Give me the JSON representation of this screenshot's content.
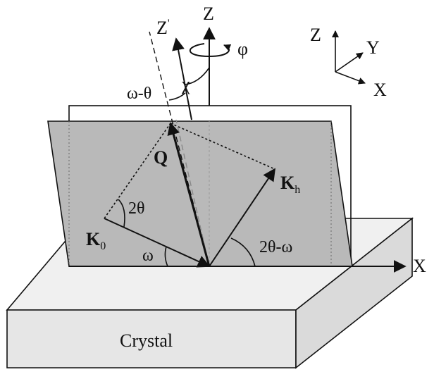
{
  "labels": {
    "z_axis": "Z",
    "z_prime": "Z",
    "z_prime_mark": "'",
    "phi": "φ",
    "omega_minus_theta": "ω-θ",
    "chi": "χ",
    "q_vector": "Q",
    "k0_base": "K",
    "k0_sub": "0",
    "kh_base": "K",
    "kh_sub": "h",
    "two_theta": "2θ",
    "omega": "ω",
    "two_theta_minus_omega": "2θ-ω",
    "x_axis": "X",
    "crystal": "Crystal",
    "frame_z": "Z",
    "frame_y": "Y",
    "frame_x": "X"
  },
  "colors": {
    "plane_fill": "#b9b9b9",
    "crystal_top": "#f0f0f0",
    "crystal_front": "#e6e6e6",
    "crystal_side": "#dadada",
    "line": "#111111"
  }
}
